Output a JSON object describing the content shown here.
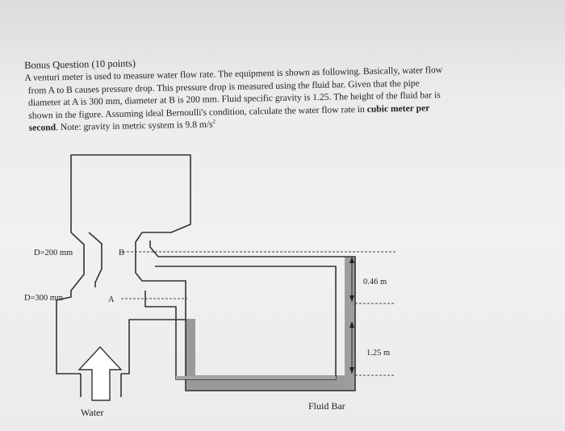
{
  "question": {
    "title": "Bonus Question (10 points)",
    "lines": [
      "A venturi meter is used to measure water flow rate. The equipment is shown as following. Basically, water flow",
      "from A to B causes pressure drop. This pressure drop is measured using the fluid bar. Given that the pipe",
      "diameter at A is 300 mm, diameter at B is 200 mm. Fluid specific gravity is 1.25. The height of the fluid bar is",
      "shown in the figure. Assuming ideal Bernoulli's condition, calculate the water flow rate in"
    ],
    "bold_phrase": "cubic meter per",
    "last_line_bold": "second",
    "last_line_rest": ". Note: gravity in metric system is 9.8 m/s",
    "superscript": "2"
  },
  "diagram": {
    "label_d_b": "D=200 mm",
    "label_b": "B",
    "label_d_a": "D=300 mm",
    "label_a": "A",
    "dim_upper": "0.46 m",
    "dim_lower": "1.25 m",
    "label_fluid_bar": "Fluid Bar",
    "label_water": "Water"
  }
}
